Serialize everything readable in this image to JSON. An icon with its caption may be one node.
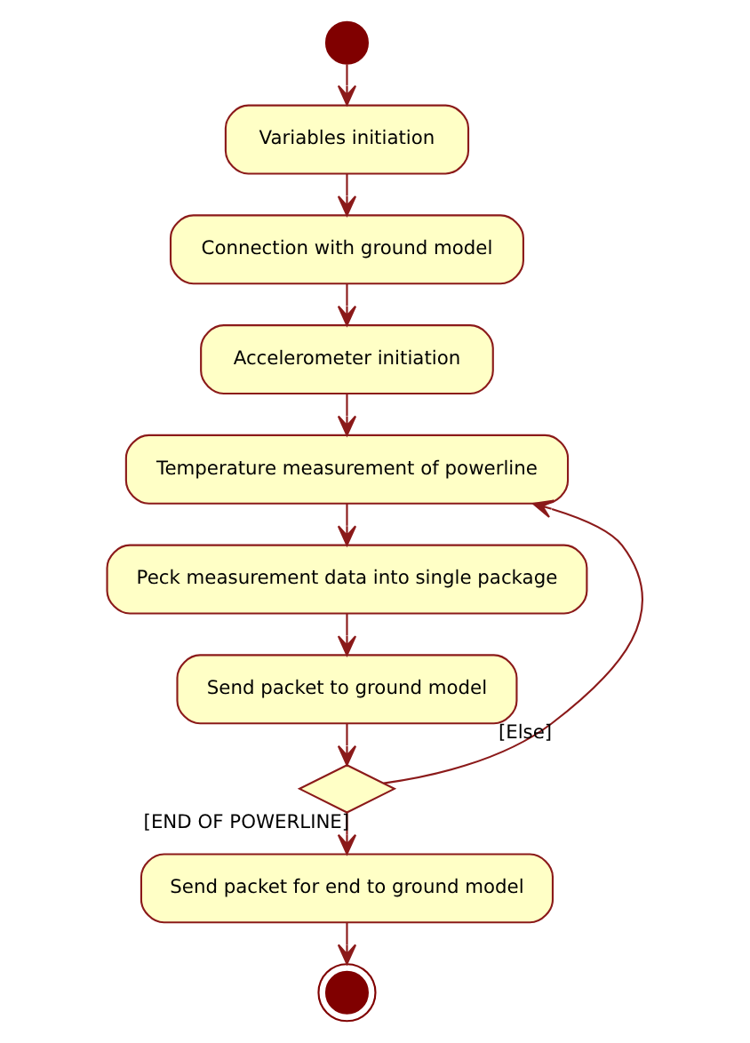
{
  "diagram": {
    "nodes": [
      {
        "text": [],
        "shape": "circle"
      },
      {
        "text": [
          "Variables initiation"
        ]
      },
      {
        "text": [
          "Connection with ground model"
        ]
      },
      {
        "text": [
          "Accelerometer initiation"
        ]
      },
      {
        "text": [
          "Temperature measurement of powerline"
        ]
      },
      {
        "text": [
          "Peck measurement data into single package"
        ]
      },
      {
        "text": [
          "Send packet to ground model"
        ]
      },
      {
        "text": [],
        "shape": "diamond"
      },
      {
        "text": [
          "Send packet for end to ground model"
        ]
      },
      {
        "text": [],
        "shape": "circle"
      }
    ],
    "edges": [
      {
        "from": 0,
        "to": 1,
        "arrow": "to"
      },
      {
        "from": 1,
        "to": 2,
        "arrow": "to"
      },
      {
        "from": 2,
        "to": 3,
        "arrow": "to"
      },
      {
        "from": 3,
        "to": 4,
        "arrow": "to"
      },
      {
        "from": 4,
        "to": 5,
        "arrow": "to"
      },
      {
        "from": 5,
        "to": 6,
        "arrow": "to"
      },
      {
        "from": 6,
        "to": 7,
        "arrow": "to"
      },
      {
        "from": 7,
        "to": 4,
        "arrow": "to",
        "label": "[Else]"
      },
      {
        "from": 7,
        "to": 8,
        "arrow": "to",
        "label": "[END OF POWERLINE]"
      },
      {
        "from": 8,
        "to": 9,
        "arrow": "to"
      }
    ]
  }
}
